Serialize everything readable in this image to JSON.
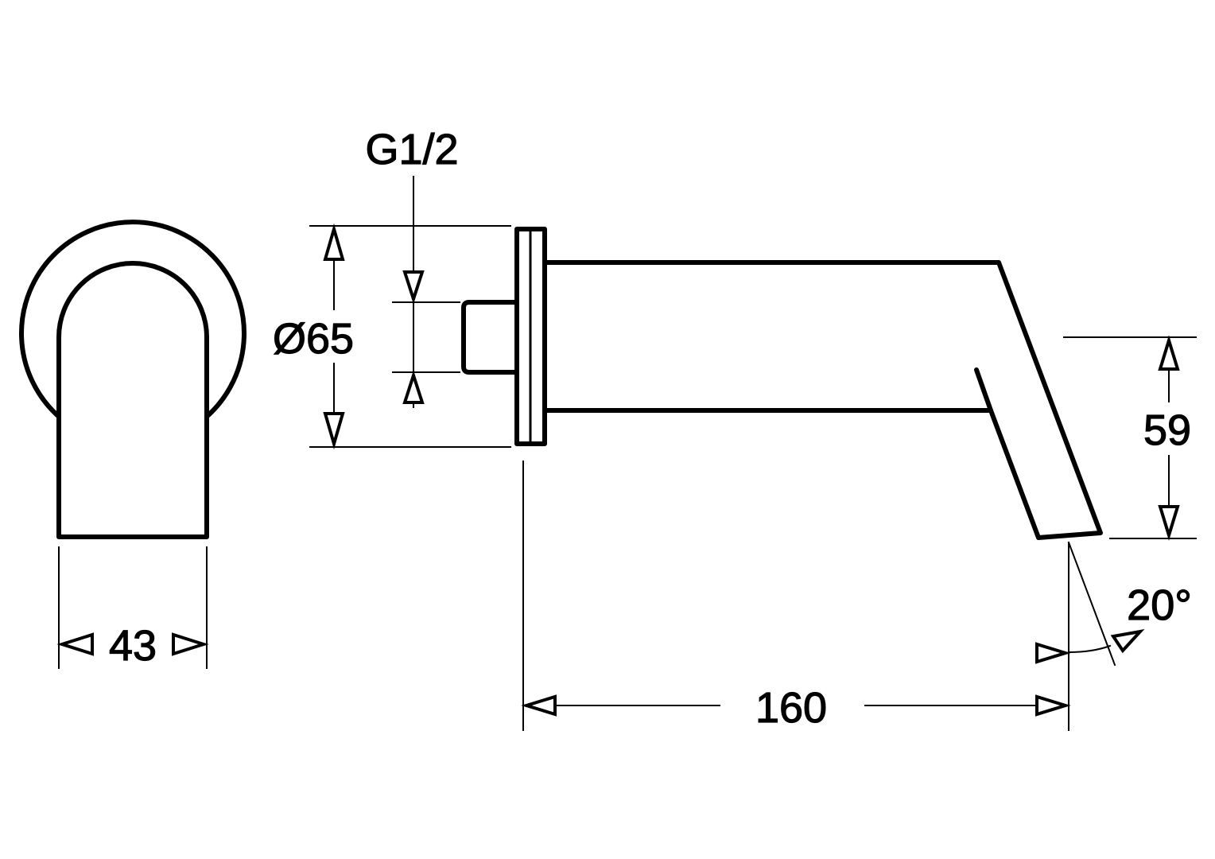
{
  "dimensions": {
    "thread": "G1/2",
    "diameter": "Ø65",
    "height": "59",
    "angle": "20°",
    "width": "43",
    "length": "160"
  }
}
